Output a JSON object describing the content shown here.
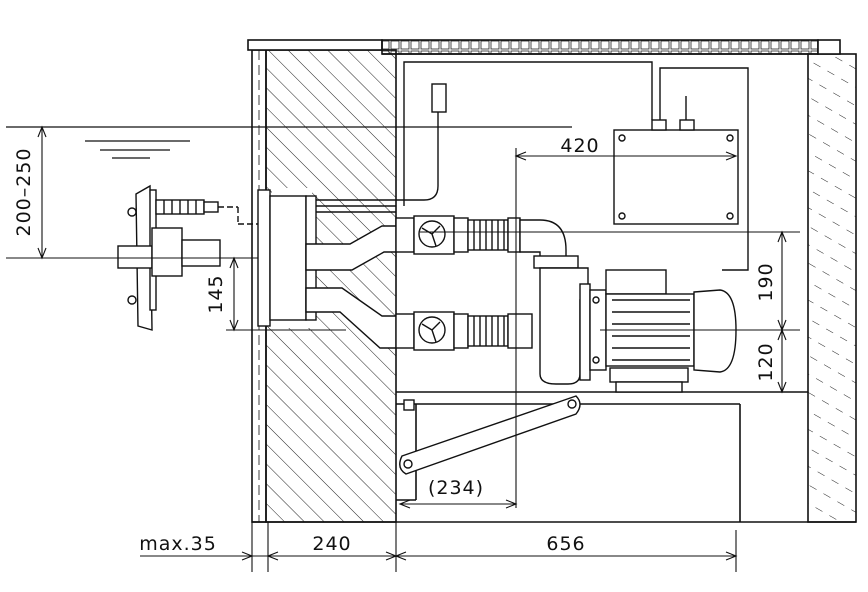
{
  "dimensions": {
    "water_depth": "200–250",
    "jet_offset": "145",
    "control_width": "420",
    "outlet_spacing": "190",
    "pump_height": "120",
    "frame_offset": "(234)",
    "max_flange": "max.35",
    "wall_thickness": "240",
    "niche_width": "656"
  },
  "colors": {
    "line": "#111111",
    "background": "#ffffff"
  }
}
